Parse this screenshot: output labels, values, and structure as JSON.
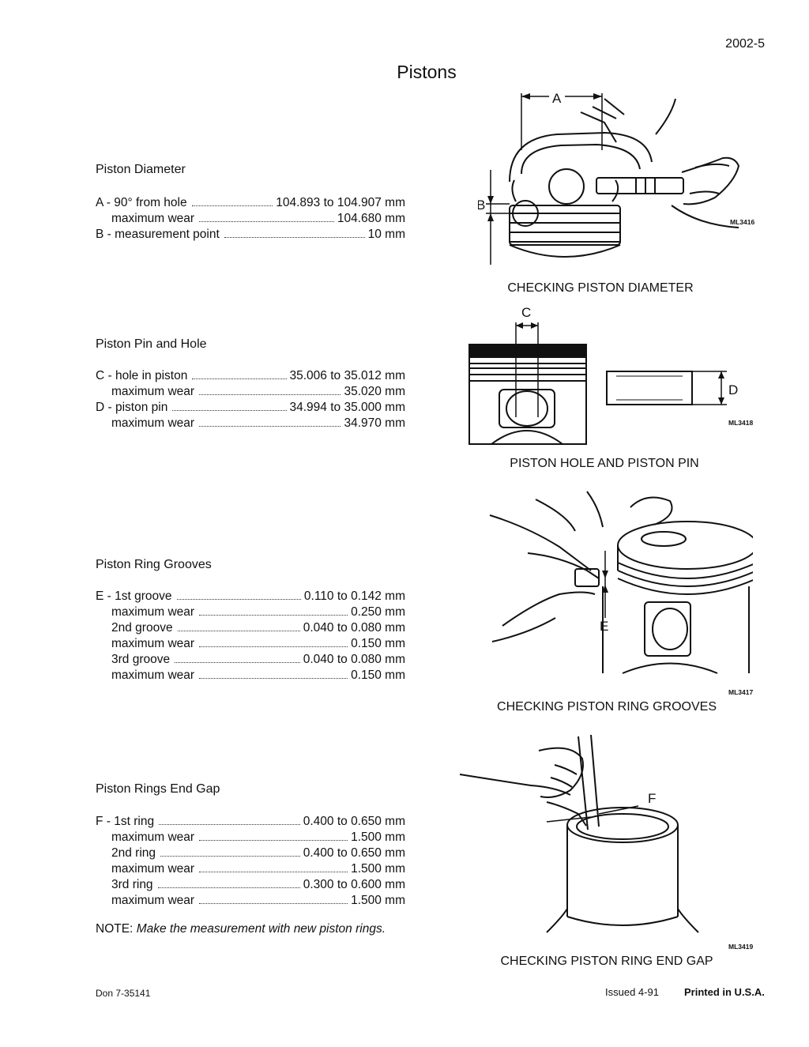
{
  "header": {
    "page_number": "2002-5",
    "title": "Pistons"
  },
  "sections": [
    {
      "title": "Piston Diameter",
      "rows": [
        {
          "label": "A - 90° from hole",
          "value": "104.893 to 104.907 mm",
          "indent": false
        },
        {
          "label": "maximum wear",
          "value": "104.680 mm",
          "indent": true
        },
        {
          "label": "B - measurement point",
          "value": "10 mm",
          "indent": false
        }
      ]
    },
    {
      "title": "Piston Pin and Hole",
      "rows": [
        {
          "label": "C - hole in piston",
          "value": "35.006 to 35.012 mm",
          "indent": false
        },
        {
          "label": "maximum wear",
          "value": "35.020 mm",
          "indent": true
        },
        {
          "label": "D - piston pin",
          "value": "34.994 to 35.000 mm",
          "indent": false
        },
        {
          "label": "maximum wear",
          "value": "34.970 mm",
          "indent": true
        }
      ]
    },
    {
      "title": "Piston Ring Grooves",
      "rows": [
        {
          "label": "E - 1st groove",
          "value": "0.110 to 0.142 mm",
          "indent": false
        },
        {
          "label": "maximum wear",
          "value": "0.250 mm",
          "indent": true
        },
        {
          "label": "2nd groove",
          "value": "0.040 to 0.080 mm",
          "indent": true
        },
        {
          "label": "maximum wear",
          "value": "0.150 mm",
          "indent": true
        },
        {
          "label": "3rd groove",
          "value": "0.040 to 0.080 mm",
          "indent": true
        },
        {
          "label": "maximum wear",
          "value": "0.150 mm",
          "indent": true
        }
      ]
    },
    {
      "title": "Piston Rings End Gap",
      "rows": [
        {
          "label": "F - 1st ring",
          "value": "0.400 to 0.650 mm",
          "indent": false
        },
        {
          "label": "maximum wear",
          "value": "1.500 mm",
          "indent": true
        },
        {
          "label": "2nd ring",
          "value": "0.400 to 0.650 mm",
          "indent": true
        },
        {
          "label": "maximum wear",
          "value": "1.500 mm",
          "indent": true
        },
        {
          "label": "3rd ring",
          "value": "0.300 to 0.600 mm",
          "indent": true
        },
        {
          "label": "maximum wear",
          "value": "1.500 mm",
          "indent": true
        }
      ]
    }
  ],
  "note": {
    "label": "NOTE:",
    "text": "Make the measurement with new piston rings."
  },
  "figures": [
    {
      "caption": "CHECKING PISTON DIAMETER",
      "code": "ML3416",
      "labels": [
        "A",
        "B"
      ]
    },
    {
      "caption": "PISTON HOLE AND PISTON PIN",
      "code": "ML3418",
      "labels": [
        "C",
        "D"
      ]
    },
    {
      "caption": "CHECKING PISTON RING GROOVES",
      "code": "ML3417",
      "labels": [
        "E"
      ]
    },
    {
      "caption": "CHECKING PISTON RING END GAP",
      "code": "ML3419",
      "labels": [
        "F"
      ]
    }
  ],
  "footer": {
    "document_number": "Don 7-35141",
    "issued": "Issued 4-91",
    "printed": "Printed in U.S.A."
  }
}
